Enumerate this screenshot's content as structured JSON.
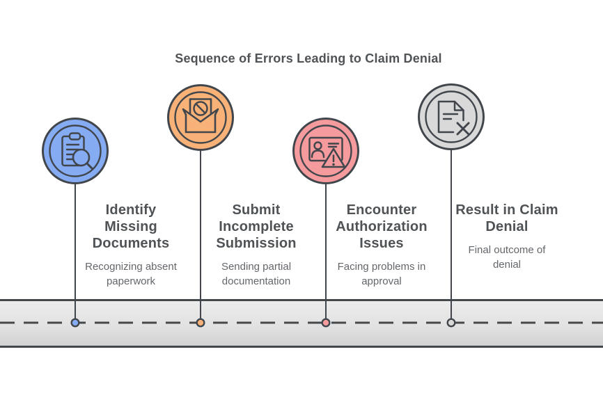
{
  "title": "Sequence of Errors Leading to Claim Denial",
  "milestones": [
    {
      "heading_lines": [
        "Identify",
        "Missing",
        "Documents"
      ],
      "description_lines": [
        "Recognizing absent",
        "paperwork"
      ],
      "color": "#85abf3",
      "icon": "clipboard-search-icon"
    },
    {
      "heading_lines": [
        "Submit",
        "Incomplete",
        "Submission"
      ],
      "description_lines": [
        "Sending partial",
        "documentation"
      ],
      "color": "#f8b277",
      "icon": "envelope-blocked-icon"
    },
    {
      "heading_lines": [
        "Encounter",
        "Authorization",
        "Issues"
      ],
      "description_lines": [
        "Facing problems in",
        "approval"
      ],
      "color": "#f59a9d",
      "icon": "id-card-warning-icon"
    },
    {
      "heading_lines": [
        "Result in Claim",
        "Denial"
      ],
      "description_lines": [
        "Final outcome of",
        "denial"
      ],
      "color": "#d9d9d9",
      "icon": "document-rejected-icon"
    }
  ],
  "timeline": {
    "style": "dashed-line-through-band",
    "node_count": 4
  },
  "colors": {
    "ink": "#41464c",
    "heading_text": "#4f5356",
    "body_text": "#63676b",
    "band_border": "#45484b",
    "band_top": "#ececec",
    "band_bottom": "#d2d2d2",
    "background": "#ffffff"
  }
}
